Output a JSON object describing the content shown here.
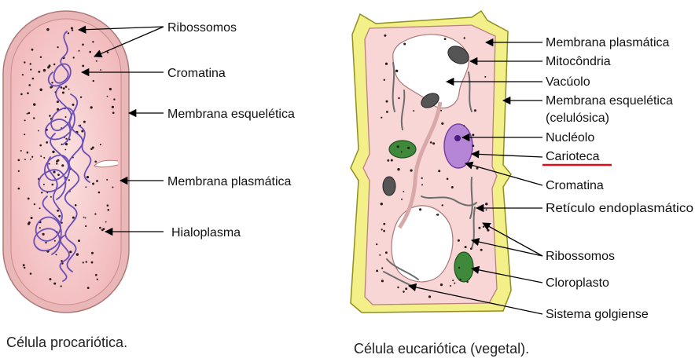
{
  "prokaryote": {
    "caption": "Célula procariótica.",
    "labels": {
      "ribossomos": "Ribossomos",
      "cromatina": "Cromatina",
      "membrana_esqueletica": "Membrana esquelética",
      "membrana_plasmatica": "Membrana plasmática",
      "hialoplasma": "Hialoplasma"
    }
  },
  "eukaryote": {
    "caption": "Célula eucariótica (vegetal).",
    "labels": {
      "membrana_plasmatica": "Membrana plasmática",
      "mitocondria": "Mitocôndria",
      "vacuolo": "Vacúolo",
      "membrana_esqueletica_1": "Membrana esquelética",
      "membrana_esqueletica_2": "(celulósica)",
      "nucleolo": "Nucléolo",
      "carioteca": "Carioteca",
      "cromatina": "Cromatina",
      "reticulo": "Retículo endoplasmático",
      "ribossomos": "Ribossomos",
      "cloroplasto": "Cloroplasto",
      "sistema_golgiense": "Sistema golgiense"
    },
    "highlight_color": "#e0101a"
  },
  "colors": {
    "cell_pink": "#f6c8c8",
    "cell_border": "#c98a8a",
    "chromatin": "#6a4fb8",
    "wall_yellow": "#f3f08a",
    "wall_border": "#9a9a20",
    "chloroplast": "#3e8a3a",
    "nucleus": "#b07ad0"
  }
}
